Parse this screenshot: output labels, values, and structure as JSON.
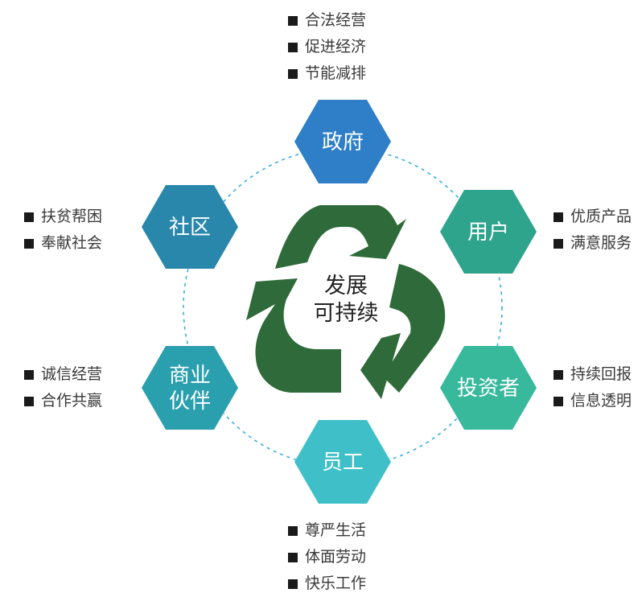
{
  "center": {
    "line1": "发展",
    "line2": "可持续"
  },
  "nodes": [
    {
      "id": "government",
      "label_lines": [
        "政府"
      ],
      "color": "#2e7fc7",
      "bullets": [
        "合法经营",
        "促进经济",
        "节能减排"
      ]
    },
    {
      "id": "users",
      "label_lines": [
        "用户"
      ],
      "color": "#2ea48d",
      "bullets": [
        "优质产品",
        "满意服务"
      ]
    },
    {
      "id": "investors",
      "label_lines": [
        "投资者"
      ],
      "color": "#38b99c",
      "bullets": [
        "持续回报",
        "信息透明"
      ]
    },
    {
      "id": "employees",
      "label_lines": [
        "员工"
      ],
      "color": "#3fc0c9",
      "bullets": [
        "尊严生活",
        "体面劳动",
        "快乐工作"
      ]
    },
    {
      "id": "partners",
      "label_lines": [
        "商业",
        "伙伴"
      ],
      "color": "#2a9fae",
      "bullets": [
        "诚信经营",
        "合作共赢"
      ]
    },
    {
      "id": "community",
      "label_lines": [
        "社区"
      ],
      "color": "#2a87ac",
      "bullets": [
        "扶贫帮困",
        "奉献社会"
      ]
    }
  ],
  "colors": {
    "recycle_arrows": "#2f6b3a",
    "dashed_circle": "#3aaee0",
    "bullet_square": "#1a1a1a"
  }
}
